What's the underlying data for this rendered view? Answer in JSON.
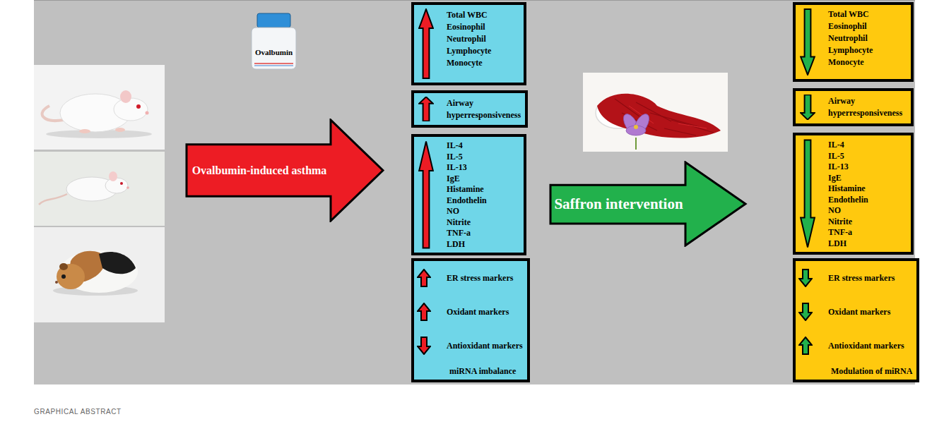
{
  "diagram": {
    "caption": "GRAPHICAL ABSTRACT",
    "nodes": [
      {
        "text": [
          "Ovalbumin"
        ]
      },
      {
        "text": [
          "Ovalbumin-induced asthma"
        ]
      },
      {
        "text": [
          "Total WBC",
          "Eosinophil",
          "Neutrophil",
          "Lymphocyte",
          "Monocyte"
        ]
      },
      {
        "text": [
          "Airway hyperresponsiveness"
        ]
      },
      {
        "text": [
          "IL-4",
          "IL-5",
          "IL-13",
          "IgE",
          "Histamine",
          "Endothelin",
          "NO",
          "Nitrite",
          "TNF-a",
          "LDH"
        ]
      },
      {
        "text": [
          "ER stress markers",
          "Oxidant markers",
          "Antioxidant markers",
          "miRNA imbalance"
        ]
      },
      {
        "text": [
          "Saffron intervention"
        ]
      },
      {
        "text": [
          "Total WBC",
          "Eosinophil",
          "Neutrophil",
          "Lymphocyte",
          "Monocyte"
        ]
      },
      {
        "text": [
          "Airway hyperresponsiveness"
        ]
      },
      {
        "text": [
          "IL-4",
          "IL-5",
          "IL-13",
          "IgE",
          "Histamine",
          "Endothelin",
          "NO",
          "Nitrite",
          "TNF-a",
          "LDH"
        ]
      },
      {
        "text": [
          "ER stress markers",
          "Oxidant markers",
          "Antioxidant markers",
          "Modulation of miRNA"
        ]
      }
    ]
  }
}
